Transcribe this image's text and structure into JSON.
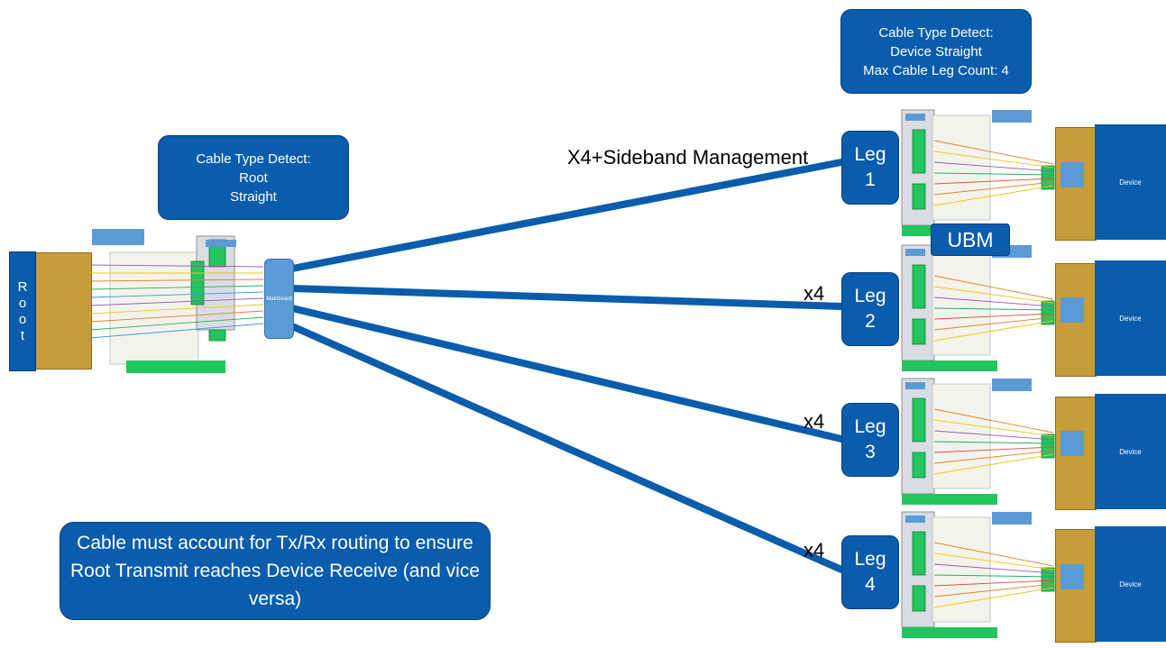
{
  "root_callout": {
    "text": "Cable Type Detect:\nRoot\nStraight"
  },
  "device_callout": {
    "text": "Cable Type Detect:\nDevice Straight\nMax Cable Leg Count: 4"
  },
  "bottom_note": {
    "text": "Cable must account for Tx/Rx routing to ensure Root Transmit reaches Device Receive (and vice versa)"
  },
  "root_label": [
    "R",
    "o",
    "o",
    "t"
  ],
  "hub_label": "Mainboard",
  "ubm_label": "UBM",
  "legs": [
    {
      "line1": "Leg",
      "line2": "1",
      "cable_label": "X4+Sideband Management"
    },
    {
      "line1": "Leg",
      "line2": "2",
      "cable_label": "x4"
    },
    {
      "line1": "Leg",
      "line2": "3",
      "cable_label": "x4"
    },
    {
      "line1": "Leg",
      "line2": "4",
      "cable_label": "x4"
    }
  ],
  "device_label": "Device",
  "colors": {
    "callout_fill": "#0a5cad",
    "cable": "#0a5cad",
    "connector_green": "#22c55e",
    "card_brown": "#c99c3a"
  }
}
